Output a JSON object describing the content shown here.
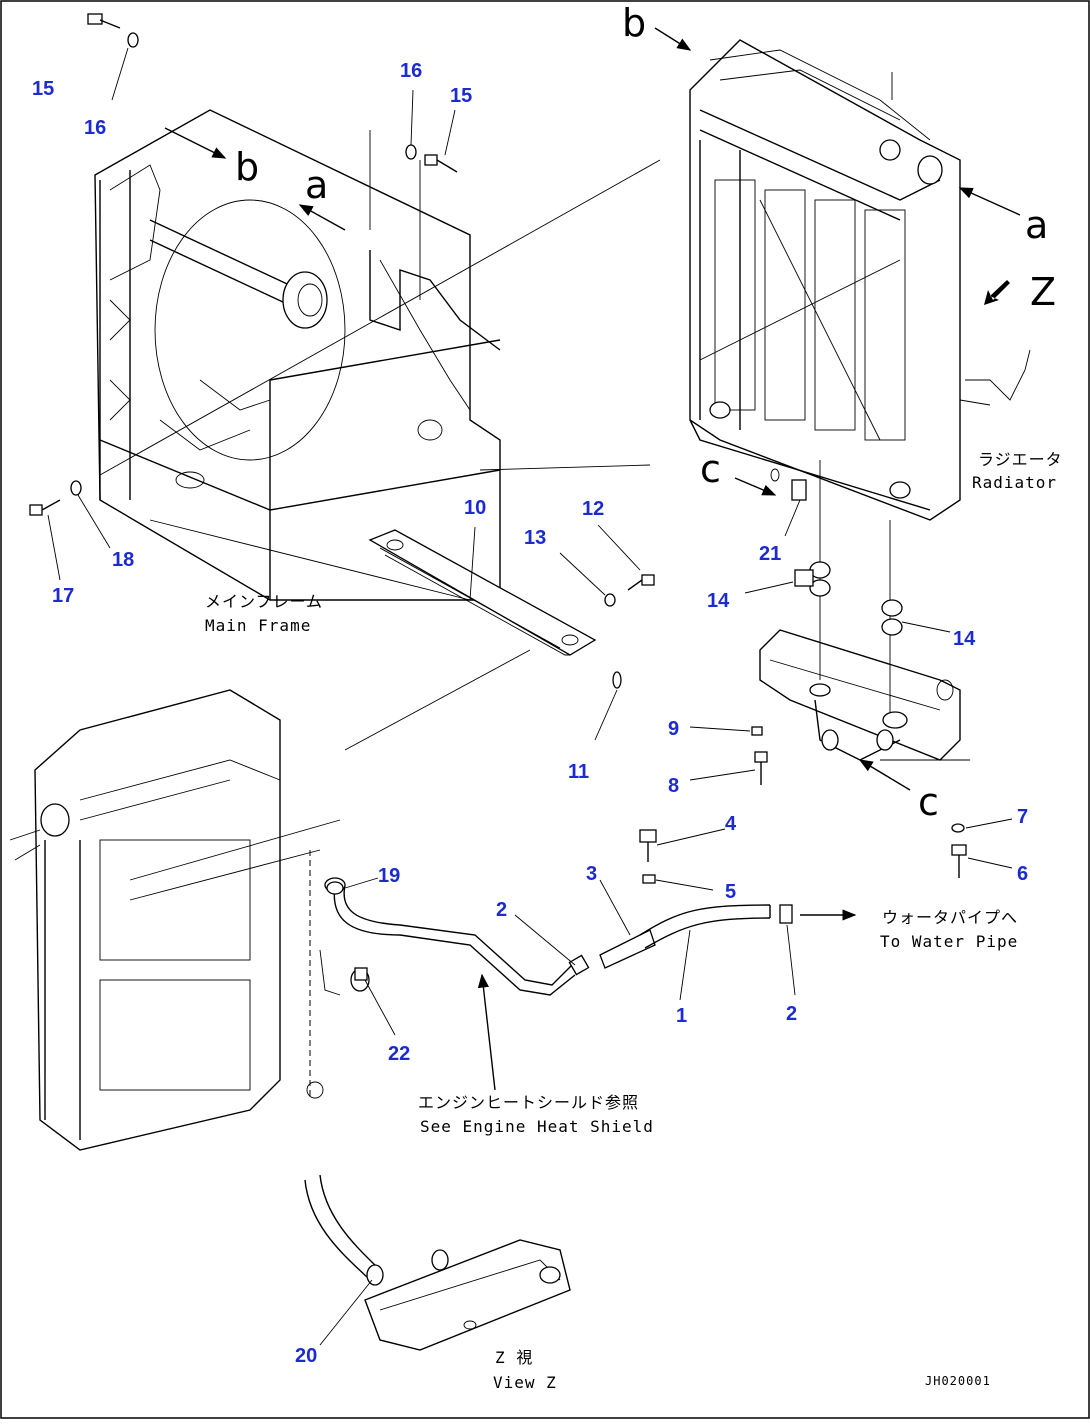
{
  "callouts": {
    "c1": "1",
    "c2a": "2",
    "c2b": "2",
    "c3": "3",
    "c4": "4",
    "c5": "5",
    "c6": "6",
    "c7": "7",
    "c8": "8",
    "c9": "9",
    "c10": "10",
    "c11": "11",
    "c12": "12",
    "c13": "13",
    "c14a": "14",
    "c14b": "14",
    "c15a": "15",
    "c15b": "15",
    "c16a": "16",
    "c16b": "16",
    "c17": "17",
    "c18": "18",
    "c19": "19",
    "c20": "20",
    "c21": "21",
    "c22": "22"
  },
  "view_letters": {
    "b_left": "b",
    "b_right": "b",
    "a_left": "a",
    "a_right": "a",
    "c_left": "c",
    "c_right": "c",
    "z": "Z"
  },
  "captions": {
    "radiator_jp": "ラジエータ",
    "radiator_en": "Radiator",
    "main_frame_jp": "メインフレーム",
    "main_frame_en": "Main Frame",
    "water_pipe_jp": "ウォータパイプへ",
    "water_pipe_en": "To Water Pipe",
    "heat_shield_jp": "エンジンヒートシールド参照",
    "heat_shield_en": "See Engine Heat Shield",
    "view_z_jp": "Z 視",
    "view_z_en": "View Z",
    "drawing_id": "JH020001"
  },
  "colors": {
    "callout": "#1c2bd0",
    "line": "#000000",
    "background": "#ffffff"
  }
}
